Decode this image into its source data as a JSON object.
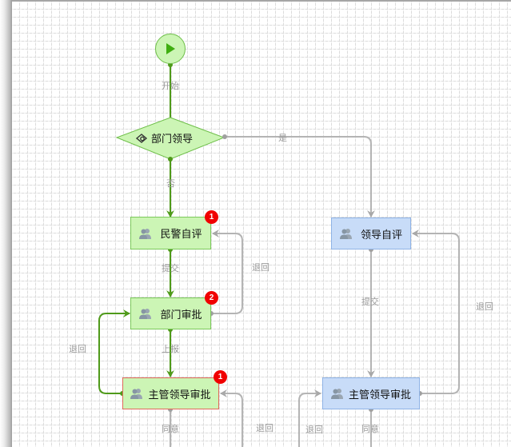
{
  "colors": {
    "active_flow": "#4f9a1a",
    "inactive_flow": "#b4b4b4",
    "node_green_fill": "#ccf5b5",
    "node_blue_fill": "#c8dcf8",
    "badge": "#f00000",
    "current_node_border": "#e06a5a"
  },
  "start": {
    "icon": "play-icon",
    "label": "开始"
  },
  "decision": {
    "icon": "gateway-icon",
    "label": "部门领导",
    "yes_label": "是",
    "no_label": "否"
  },
  "nodes": [
    {
      "id": "police-self-eval",
      "label": "民警自评",
      "icon": "users-icon",
      "badge": "1",
      "state": "done"
    },
    {
      "id": "dept-approval",
      "label": "部门审批",
      "icon": "users-icon",
      "badge": "2",
      "state": "done"
    },
    {
      "id": "supervisor-approval-left",
      "label": "主管领导审批",
      "icon": "users-icon",
      "badge": "1",
      "state": "current"
    },
    {
      "id": "leader-self-eval",
      "label": "领导自评",
      "icon": "users-icon",
      "state": "pending"
    },
    {
      "id": "supervisor-approval-right",
      "label": "主管领导审批",
      "icon": "users-icon",
      "state": "pending"
    }
  ],
  "edge_labels": {
    "submit_left": "提交",
    "return_left_1": "退回",
    "report": "上报",
    "return_left_2": "退回",
    "agree_left": "同意",
    "return_left_3": "退回",
    "submit_right": "提交",
    "return_right_1": "退回",
    "return_right_2": "退回",
    "agree_right": "同意"
  }
}
